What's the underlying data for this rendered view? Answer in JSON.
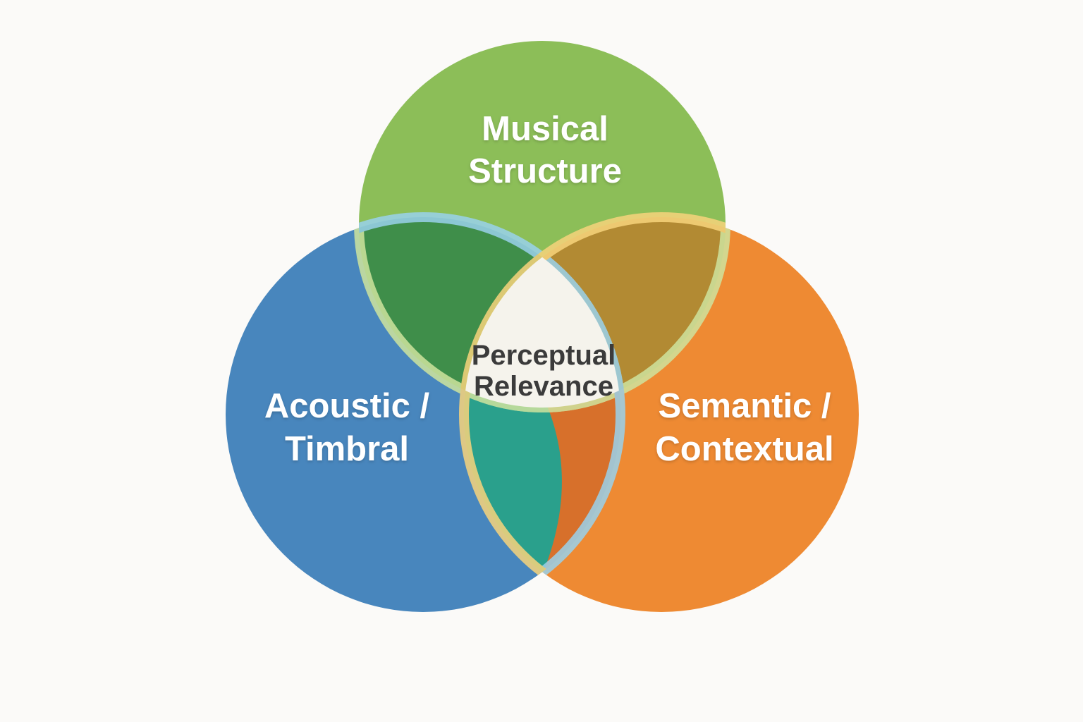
{
  "diagram": {
    "kind": "venn-3",
    "background_color": "#fbfaf8",
    "sets": [
      {
        "id": "musical-structure",
        "name": "Musical Structure",
        "lines": [
          "Musical",
          "Structure"
        ],
        "color": "#8cbe58",
        "text_color": "#ffffff"
      },
      {
        "id": "acoustic-timbral",
        "name": "Acoustic / Timbral",
        "lines": [
          "Acoustic /",
          "Timbral"
        ],
        "color": "#4886bd",
        "text_color": "#ffffff"
      },
      {
        "id": "semantic-contextual",
        "name": "Semantic / Contextual",
        "lines": [
          "Semantic /",
          "Contextual"
        ],
        "color": "#ee8a33",
        "text_color": "#ffffff"
      }
    ],
    "center": {
      "name": "Perceptual Relevance",
      "lines": [
        "Perceptual",
        "Relevance"
      ],
      "fill": "#f5f3ec",
      "text_color": "#3b3b3b"
    },
    "overlaps": {
      "musical_acoustic": "#3f8e4a",
      "musical_semantic": "#b28a33",
      "acoustic_semantic_teal": "#2aa08c",
      "acoustic_semantic_orange": "#d7702b"
    },
    "halos": {
      "green": "#cfe49e",
      "blue": "#9ad2ec",
      "orange": "#f8d47c"
    }
  }
}
